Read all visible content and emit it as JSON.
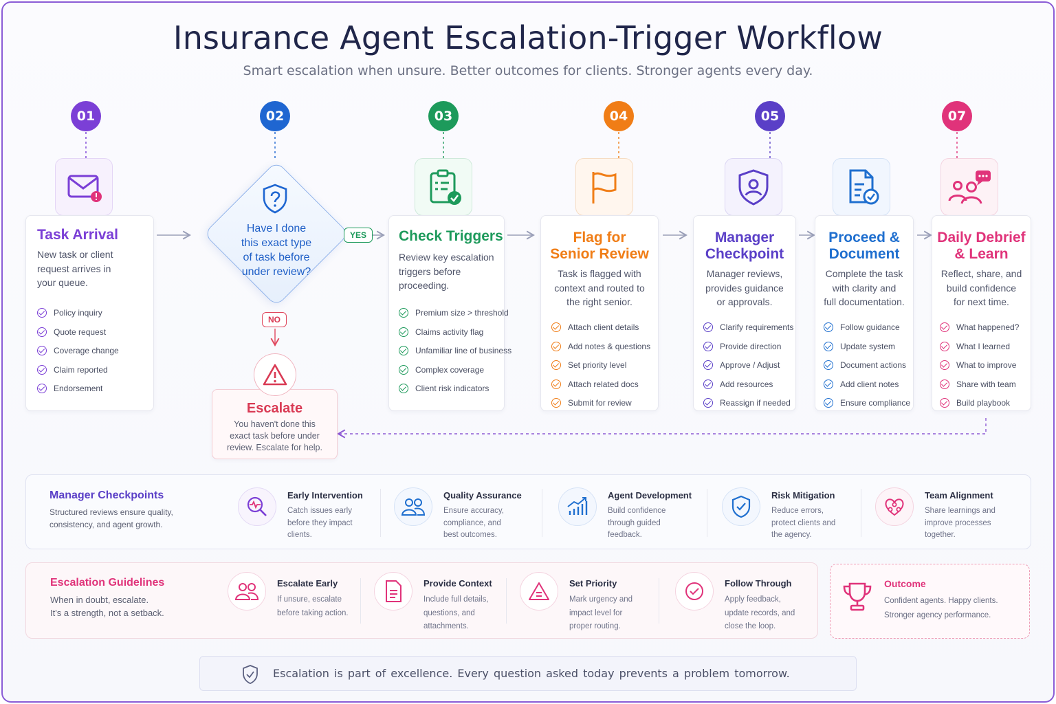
{
  "title": "Insurance Agent Escalation-Trigger Workflow",
  "subtitle": "Smart escalation when unsure. Better outcomes for clients. Stronger agents every day.",
  "colors": {
    "purple": "#7b3fd6",
    "blue": "#1f66d1",
    "green": "#1d9a5b",
    "orange": "#f07d16",
    "indigo": "#5a3fc7",
    "sky": "#1f6fcf",
    "pink": "#e0337a",
    "danger": "#d93a54"
  },
  "steps": [
    {
      "num": "01",
      "icon": "envelope-alert-icon",
      "title": "Task Arrival",
      "desc": [
        "New task or client",
        "request arrives in",
        "your queue."
      ],
      "items": [
        "Policy inquiry",
        "Quote request",
        "Coverage change",
        "Claim reported",
        "Endorsement"
      ]
    },
    {
      "num": "02",
      "icon": "shield-question-icon",
      "question": [
        "Have I done",
        "this exact type",
        "of task before",
        "under review?"
      ],
      "yes": "YES",
      "no": "NO"
    },
    {
      "num": "03",
      "icon": "clipboard-check-icon",
      "title": "Check Triggers",
      "desc": [
        "Review key escalation",
        "triggers before",
        "proceeding."
      ],
      "items": [
        "Premium size > threshold",
        "Claims activity flag",
        "Unfamiliar line of business",
        "Complex coverage",
        "Client risk indicators"
      ]
    },
    {
      "num": "04",
      "icon": "flag-icon",
      "title": [
        "Flag for",
        "Senior Review"
      ],
      "desc": [
        "Task is flagged with",
        "context and routed to",
        "the right senior."
      ],
      "items": [
        "Attach client details",
        "Add notes & questions",
        "Set priority level",
        "Attach related docs",
        "Submit for review"
      ]
    },
    {
      "num": "05",
      "icon": "shield-user-icon",
      "title": [
        "Manager",
        "Checkpoint"
      ],
      "desc": [
        "Manager reviews,",
        "provides guidance",
        "or approvals."
      ],
      "items": [
        "Clarify requirements",
        "Provide direction",
        "Approve / Adjust",
        "Add resources",
        "Reassign if needed"
      ]
    },
    {
      "icon": "document-check-icon",
      "title": [
        "Proceed &",
        "Document"
      ],
      "desc": [
        "Complete the task",
        "with clarity and",
        "full documentation."
      ],
      "items": [
        "Follow guidance",
        "Update system",
        "Document actions",
        "Add client notes",
        "Ensure compliance"
      ]
    },
    {
      "num": "07",
      "icon": "team-chat-icon",
      "title": [
        "Daily Debrief",
        "& Learn"
      ],
      "desc": [
        "Reflect, share, and",
        "build confidence",
        "for next time."
      ],
      "items": [
        "What happened?",
        "What I learned",
        "What to improve",
        "Share with team",
        "Build playbook"
      ]
    }
  ],
  "escalate": {
    "icon": "warning-icon",
    "title": "Escalate",
    "desc": [
      "You haven't done this",
      "exact task before under",
      "review. Escalate for help."
    ]
  },
  "manager_band": {
    "title": "Manager Checkpoints",
    "desc": [
      "Structured reviews ensure quality,",
      "consistency, and agent growth."
    ],
    "items": [
      {
        "icon": "magnifier-pulse-icon",
        "name": "Early Intervention",
        "text": [
          "Catch issues early",
          "before they impact",
          "clients."
        ]
      },
      {
        "icon": "people-icon",
        "name": "Quality Assurance",
        "text": [
          "Ensure accuracy,",
          "compliance, and",
          "best outcomes."
        ]
      },
      {
        "icon": "growth-chart-icon",
        "name": "Agent Development",
        "text": [
          "Build confidence",
          "through guided",
          "feedback."
        ]
      },
      {
        "icon": "shield-check-icon",
        "name": "Risk Mitigation",
        "text": [
          "Reduce errors,",
          "protect clients and",
          "the agency."
        ]
      },
      {
        "icon": "heart-network-icon",
        "name": "Team Alignment",
        "text": [
          "Share learnings and",
          "improve processes",
          "together."
        ]
      }
    ]
  },
  "escalation_band": {
    "title": "Escalation Guidelines",
    "desc": [
      "When in doubt, escalate.",
      "It's a strength, not a setback."
    ],
    "items": [
      {
        "icon": "people-icon",
        "name": "Escalate Early",
        "text": [
          "If unsure, escalate",
          "before taking action."
        ]
      },
      {
        "icon": "document-icon",
        "name": "Provide Context",
        "text": [
          "Include full details,",
          "questions, and",
          "attachments."
        ]
      },
      {
        "icon": "priority-warning-icon",
        "name": "Set Priority",
        "text": [
          "Mark urgency and",
          "impact level for",
          "proper routing."
        ]
      },
      {
        "icon": "check-circle-icon",
        "name": "Follow Through",
        "text": [
          "Apply feedback,",
          "update records, and",
          "close the loop."
        ]
      }
    ],
    "outcome": {
      "icon": "trophy-icon",
      "title": "Outcome",
      "text": [
        "Confident agents. Happy clients.",
        "Stronger agency performance."
      ]
    }
  },
  "footer": {
    "icon": "shield-check-icon",
    "text": "Escalation is part of excellence. Every question asked today prevents a problem tomorrow."
  }
}
